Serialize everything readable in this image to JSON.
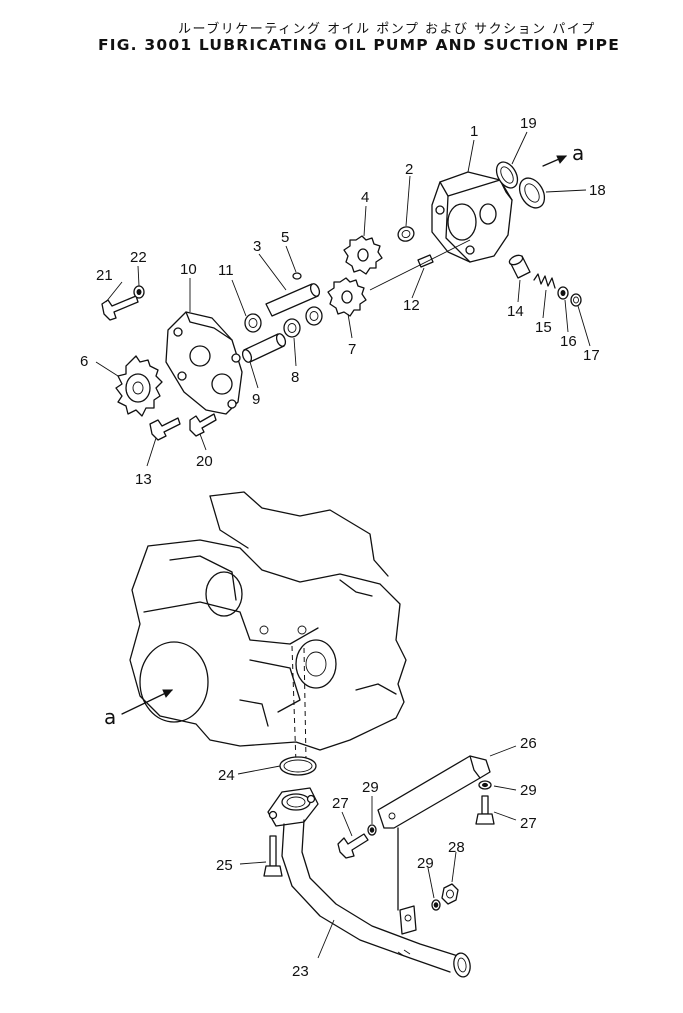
{
  "title": {
    "japanese": "ルーブリケーティング オイル ポンプ および サクション パイプ",
    "english": "FIG. 3001  LUBRICATING OIL PUMP AND SUCTION PIPE"
  },
  "callouts": {
    "c1": "1",
    "c2": "2",
    "c3": "3",
    "c4": "4",
    "c5": "5",
    "c6": "6",
    "c7": "7",
    "c8": "8",
    "c9": "9",
    "c10": "10",
    "c11": "11",
    "c12": "12",
    "c13": "13",
    "c14": "14",
    "c15": "15",
    "c16": "16",
    "c17": "17",
    "c18": "18",
    "c19": "19",
    "c20": "20",
    "c21": "21",
    "c22": "22",
    "c23": "23",
    "c24": "24",
    "c25": "25",
    "c26": "26",
    "c27a": "27",
    "c27b": "27",
    "c28": "28",
    "c29a": "29",
    "c29b": "29",
    "c29c": "29"
  },
  "references": {
    "a_top": "a",
    "a_bottom": "a"
  }
}
